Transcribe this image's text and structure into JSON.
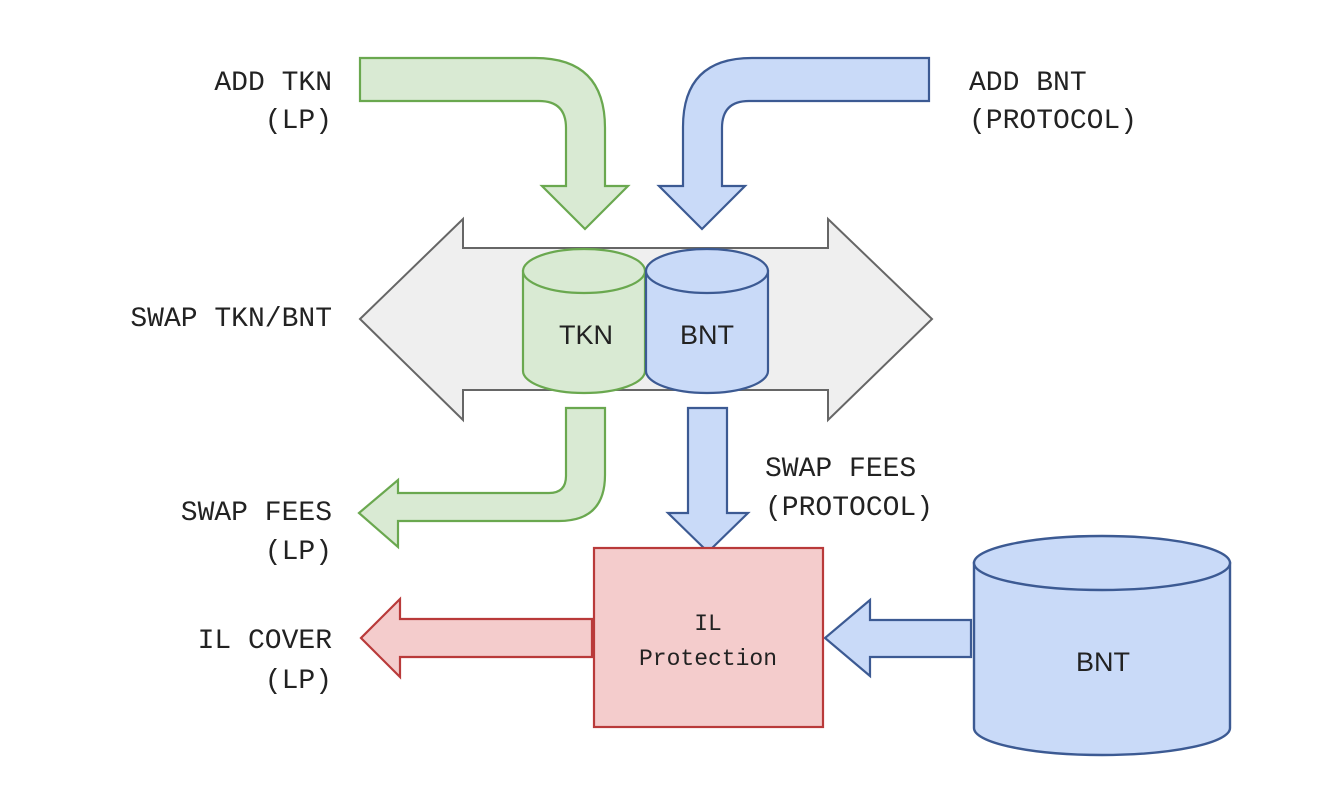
{
  "colors": {
    "green_fill": "#d9ead3",
    "green_stroke": "#6aa84f",
    "blue_fill": "#c9daf8",
    "blue_stroke": "#3c5a93",
    "gray_fill": "#efefef",
    "gray_stroke": "#666666",
    "red_fill": "#f4cccc",
    "red_stroke": "#b93a3a"
  },
  "labels": {
    "add_tkn": [
      "ADD TKN",
      "(LP)"
    ],
    "add_bnt": [
      "ADD BNT",
      "(PROTOCOL)"
    ],
    "swap_tkn_bnt": "SWAP TKN/BNT",
    "swap_fees_lp": [
      "SWAP FEES",
      "(LP)"
    ],
    "swap_fees_protocol": [
      "SWAP FEES",
      "(PROTOCOL)"
    ],
    "il_cover": [
      "IL COVER",
      "(LP)"
    ]
  },
  "pool": {
    "tkn_label": "TKN",
    "bnt_label": "BNT"
  },
  "il_box": {
    "lines": [
      "IL",
      "Protection"
    ]
  },
  "reserve": {
    "label": "BNT"
  }
}
